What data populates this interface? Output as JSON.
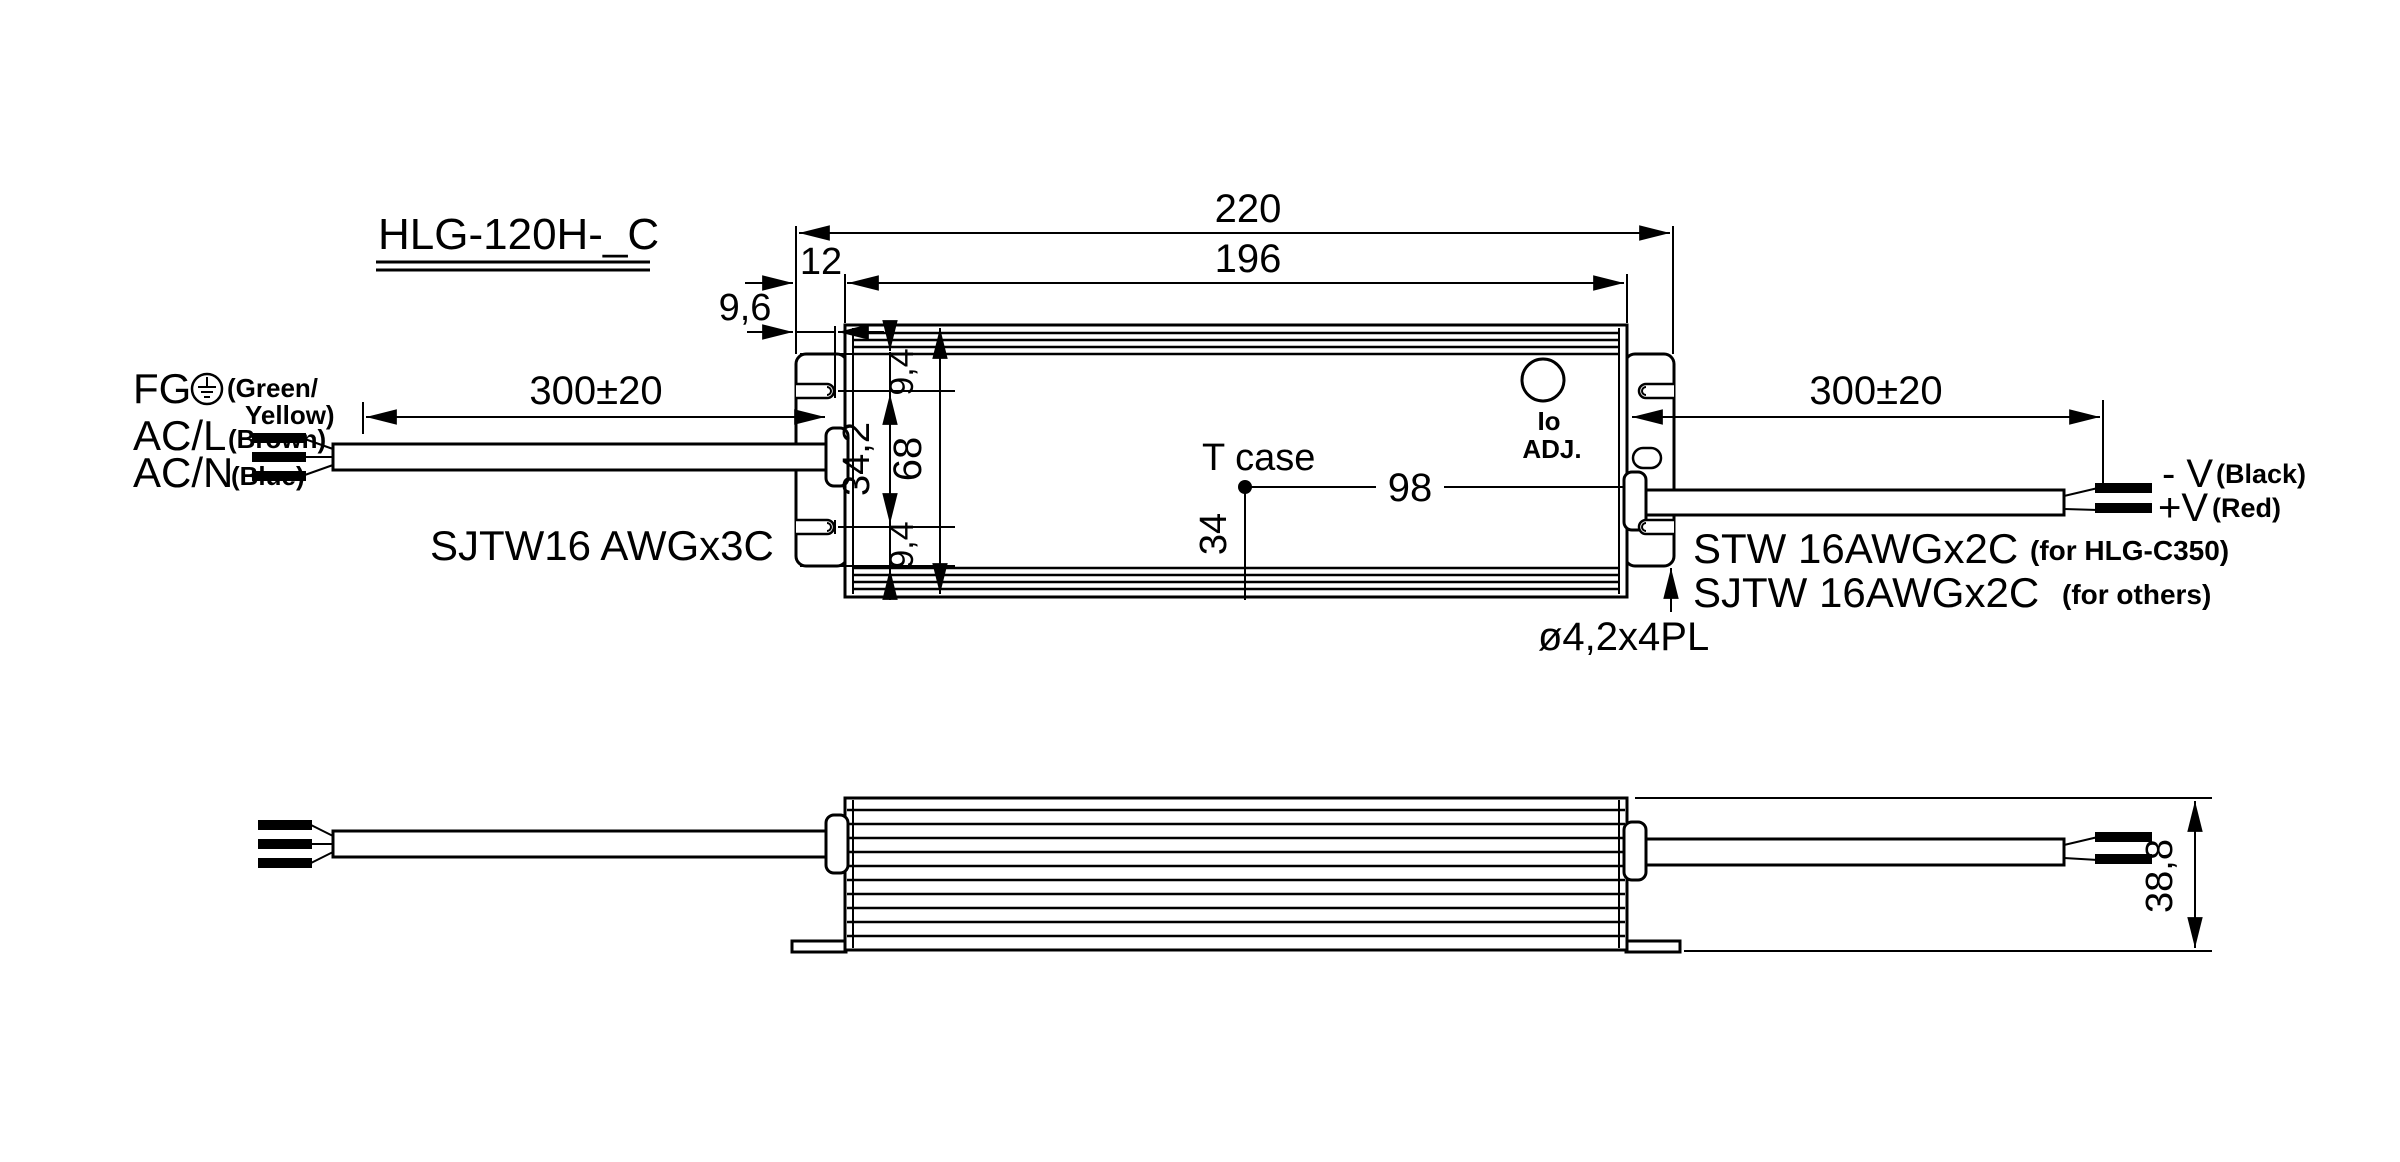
{
  "drawing": {
    "title": "HLG-120H-_C",
    "dims": {
      "overall_length": "220",
      "case_length": "196",
      "bracket_offset": "12",
      "slot_edge_offset": "9,6",
      "slot_top_offset": "9,4",
      "slot_spacing": "34,2",
      "case_width": "68",
      "slot_bottom_offset": "9,4",
      "input_cable_length": "300±20",
      "output_cable_length": "300±20",
      "tcase_horizontal": "98",
      "tcase_vertical": "34",
      "mounting_hole": "ø4,2x4PL",
      "case_height": "38,8"
    },
    "input": {
      "fg_label": "FG",
      "fg_color_1": "(Green/",
      "fg_color_2": "Yellow)",
      "line_label": "AC/L",
      "line_color": "(Brown)",
      "neutral_label": "AC/N",
      "neutral_color": "(Blue)",
      "cable_spec": "SJTW16 AWGx3C"
    },
    "output": {
      "vminus_label": "- V",
      "vminus_color": "(Black)",
      "vplus_label": "+V",
      "vplus_color": "(Red)",
      "cable_spec_1": "STW 16AWGx2C",
      "cable_note_1": "(for HLG-C350)",
      "cable_spec_2": "SJTW 16AWGx2C",
      "cable_note_2": "(for others)"
    },
    "annotations": {
      "tcase_label": "T case",
      "adj_label_1": "Io",
      "adj_label_2": "ADJ."
    }
  }
}
